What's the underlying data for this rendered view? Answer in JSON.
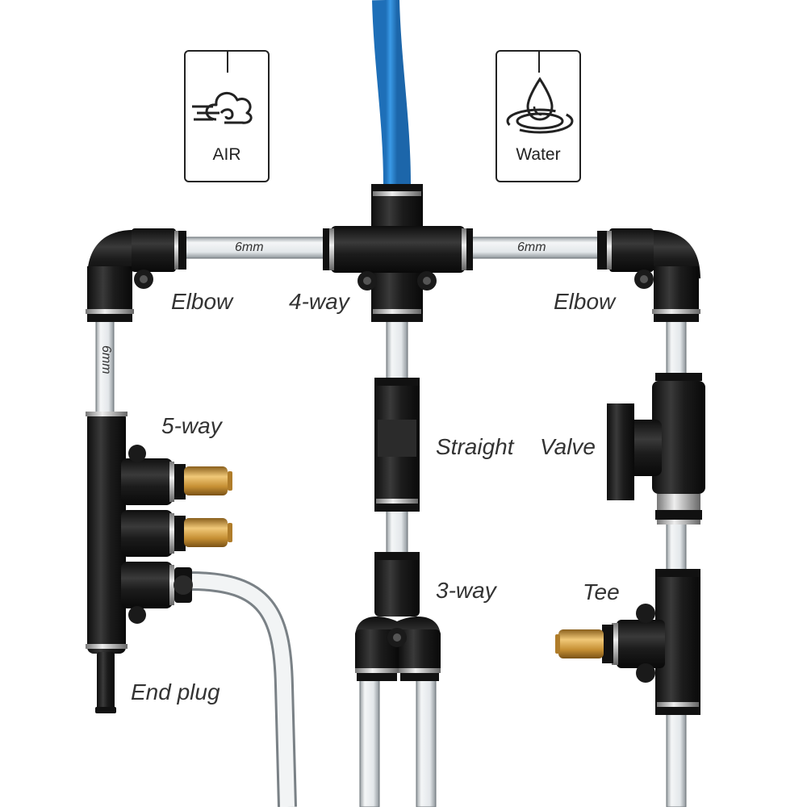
{
  "cards": {
    "air": {
      "label": "AIR",
      "icon": "air-cloud-icon"
    },
    "water": {
      "label": "Water",
      "icon": "water-drop-icon"
    }
  },
  "tubes": {
    "top_left": "6mm",
    "top_right": "6mm",
    "left_vertical": "6mm"
  },
  "labels": {
    "elbow_left": "Elbow",
    "four_way": "4-way",
    "elbow_right": "Elbow",
    "five_way": "5-way",
    "straight": "Straight",
    "valve": "Valve",
    "three_way": "3-way",
    "tee": "Tee",
    "end_plug": "End plug"
  },
  "colors": {
    "supply_hose": "#2f8ad8",
    "fitting_body": "#1b1b1b",
    "clear_tube": "#e9edf0",
    "brass_nozzle": "#d4a24a"
  }
}
